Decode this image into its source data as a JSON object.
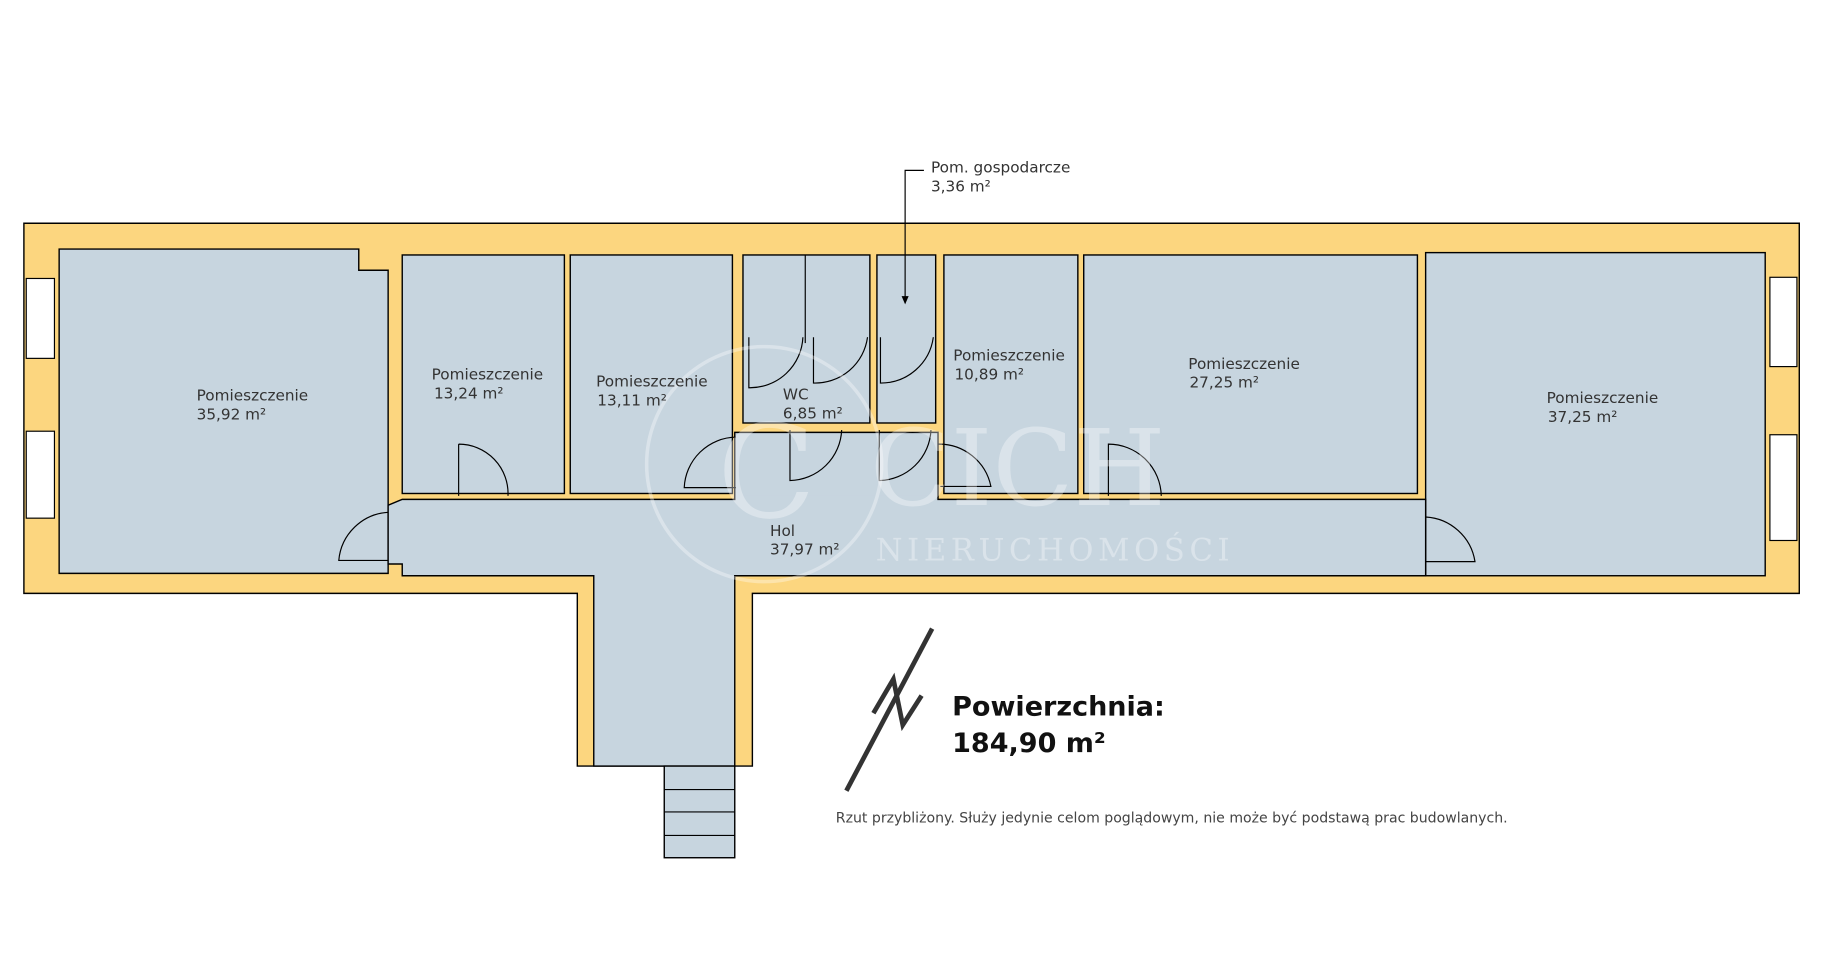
{
  "rooms": [
    {
      "name": "Pomieszczenie",
      "area": "35,92 m²"
    },
    {
      "name": "Pomieszczenie",
      "area": "13,24 m²"
    },
    {
      "name": "Pomieszczenie",
      "area": "13,11 m²"
    },
    {
      "name": "WC",
      "area": "6,85 m²"
    },
    {
      "name": "Pomieszczenie",
      "area": "10,89 m²"
    },
    {
      "name": "Pomieszczenie",
      "area": "27,25 m²"
    },
    {
      "name": "Pomieszczenie",
      "area": "37,25 m²"
    },
    {
      "name": "Hol",
      "area": "37,97 m²"
    }
  ],
  "callout": {
    "name": "Pom. gospodarcze",
    "area": "3,36 m²"
  },
  "summary": {
    "label": "Powierzchnia:",
    "value": "184,90 m²"
  },
  "disclaimer": "Rzut przybliżony. Służy jedynie celom poglądowym, nie może być podstawą prac budowlanych.",
  "watermark": {
    "logo": "CICH",
    "sub": "NIERUCHOMOŚCI"
  },
  "colors": {
    "wall": "#fcd67f",
    "room": "#c7d5df"
  }
}
